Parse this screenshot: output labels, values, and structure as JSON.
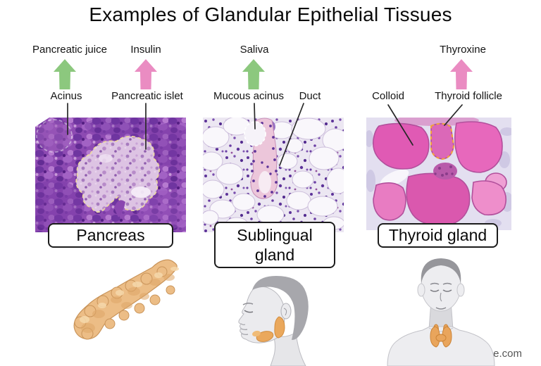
{
  "title": "Examples of Glandular Epithelial Tissues",
  "watermark": "rsscience.com",
  "colors": {
    "green_arrow": "#8cc87e",
    "pink_arrow": "#ea8cc2",
    "leader_line": "#282828",
    "gland_highlight_orange": "#eaa85c",
    "histology_purple": "#8d4ab2",
    "histology_magenta": "#e05ab4"
  },
  "panels": [
    {
      "gland": "Pancreas",
      "secretions": [
        {
          "label": "Pancreatic juice",
          "arrow": "green"
        },
        {
          "label": "Insulin",
          "arrow": "pink"
        }
      ],
      "structures": [
        {
          "label": "Acinus"
        },
        {
          "label": "Pancreatic islet"
        }
      ]
    },
    {
      "gland": "Sublingual gland",
      "secretions": [
        {
          "label": "Saliva",
          "arrow": "green"
        }
      ],
      "structures": [
        {
          "label": "Mucous acinus"
        },
        {
          "label": "Duct"
        }
      ]
    },
    {
      "gland": "Thyroid gland",
      "secretions": [
        {
          "label": "Thyroxine",
          "arrow": "pink"
        }
      ],
      "structures": [
        {
          "label": "Colloid"
        },
        {
          "label": "Thyroid follicle"
        }
      ]
    }
  ]
}
